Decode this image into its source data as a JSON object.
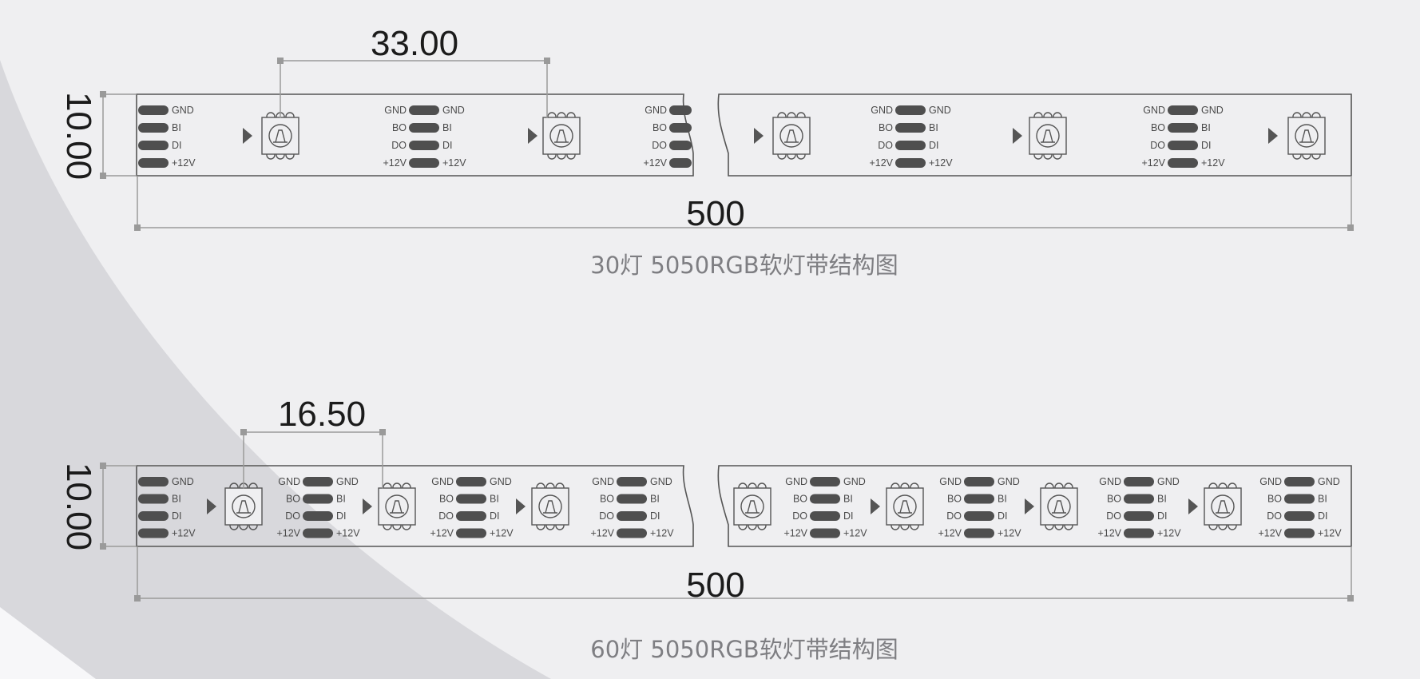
{
  "diagrams": [
    {
      "caption": "30灯 5050RGB软灯带结构图",
      "pitch_label": "33.00",
      "width_label": "10.00",
      "length_label": "500"
    },
    {
      "caption": "60灯 5050RGB软灯带结构图",
      "pitch_label": "16.50",
      "width_label": "10.00",
      "length_label": "500"
    }
  ],
  "pins": {
    "gnd": "GND",
    "bi": "BI",
    "di": "DI",
    "bo": "BO",
    "do": "DO",
    "v12": "+12V"
  },
  "colors": {
    "background": "#efeff1",
    "strip_outline": "#555555",
    "pad": "#4f4f4f",
    "dimension_line": "#9a9a9a",
    "dimension_text": "#1b1b1b",
    "caption": "#7e7e82"
  }
}
